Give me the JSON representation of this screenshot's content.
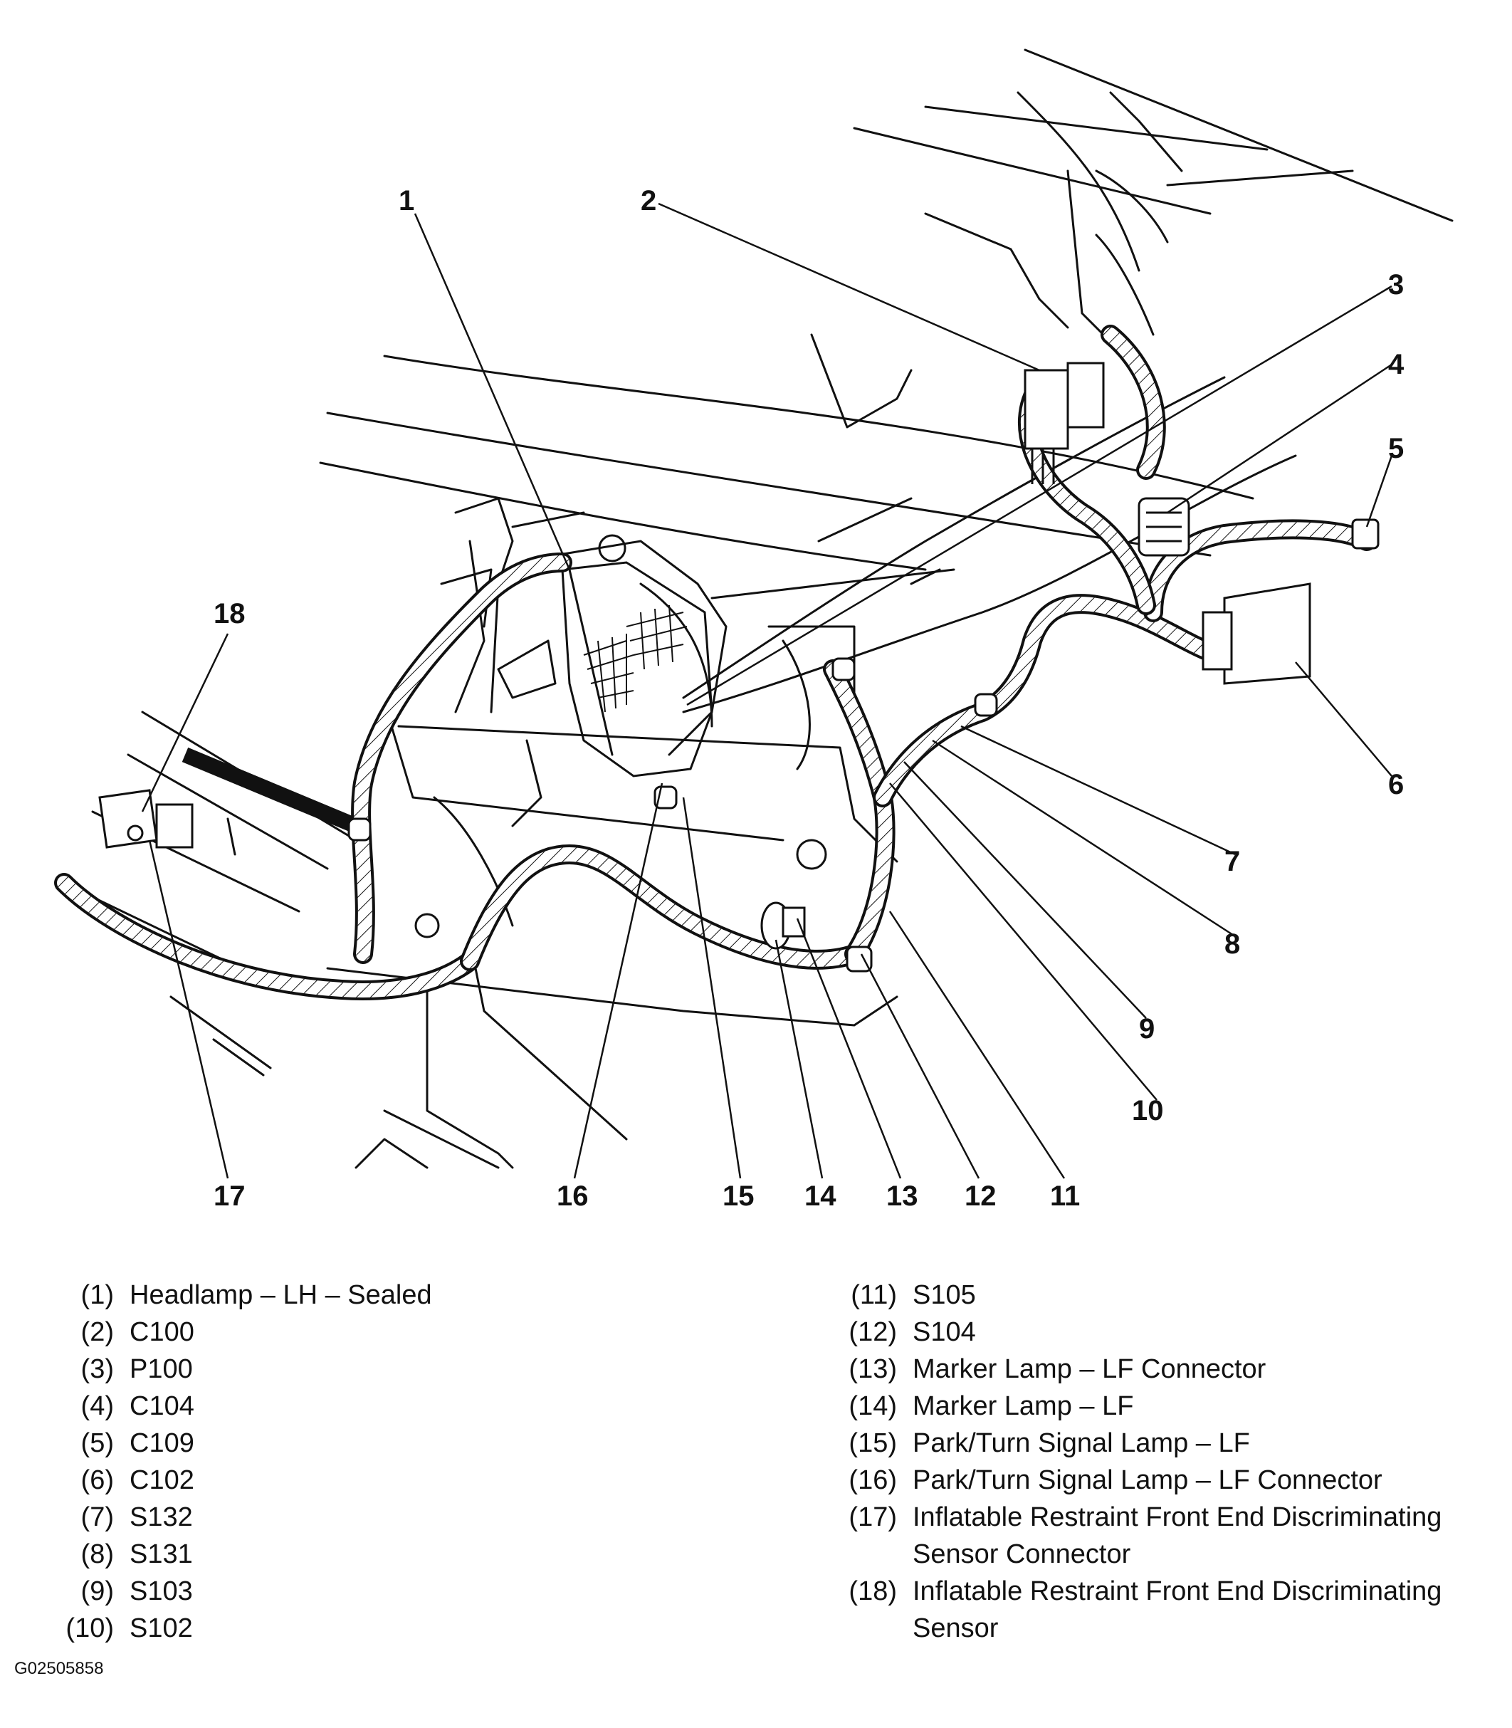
{
  "callouts": {
    "c1": "1",
    "c2": "2",
    "c3": "3",
    "c4": "4",
    "c5": "5",
    "c6": "6",
    "c7": "7",
    "c8": "8",
    "c9": "9",
    "c10": "10",
    "c11": "11",
    "c12": "12",
    "c13": "13",
    "c14": "14",
    "c15": "15",
    "c16": "16",
    "c17": "17",
    "c18": "18"
  },
  "legend_left": [
    {
      "num": "(1)",
      "text": "Headlamp – LH – Sealed"
    },
    {
      "num": "(2)",
      "text": "C100"
    },
    {
      "num": "(3)",
      "text": "P100"
    },
    {
      "num": "(4)",
      "text": "C104"
    },
    {
      "num": "(5)",
      "text": "C109"
    },
    {
      "num": "(6)",
      "text": "C102"
    },
    {
      "num": "(7)",
      "text": "S132"
    },
    {
      "num": "(8)",
      "text": "S131"
    },
    {
      "num": "(9)",
      "text": "S103"
    },
    {
      "num": "(10)",
      "text": "S102"
    }
  ],
  "legend_right": [
    {
      "num": "(11)",
      "text": "S105"
    },
    {
      "num": "(12)",
      "text": "S104"
    },
    {
      "num": "(13)",
      "text": "Marker Lamp – LF Connector"
    },
    {
      "num": "(14)",
      "text": "Marker Lamp – LF"
    },
    {
      "num": "(15)",
      "text": "Park/Turn Signal Lamp – LF"
    },
    {
      "num": "(16)",
      "text": "Park/Turn Signal Lamp – LF Connector"
    },
    {
      "num": "(17)",
      "text": "Inflatable Restraint Front End Discriminating Sensor Connector"
    },
    {
      "num": "(18)",
      "text": "Inflatable Restraint Front End Discriminating Sensor"
    }
  ],
  "figure_id": "G02505858"
}
